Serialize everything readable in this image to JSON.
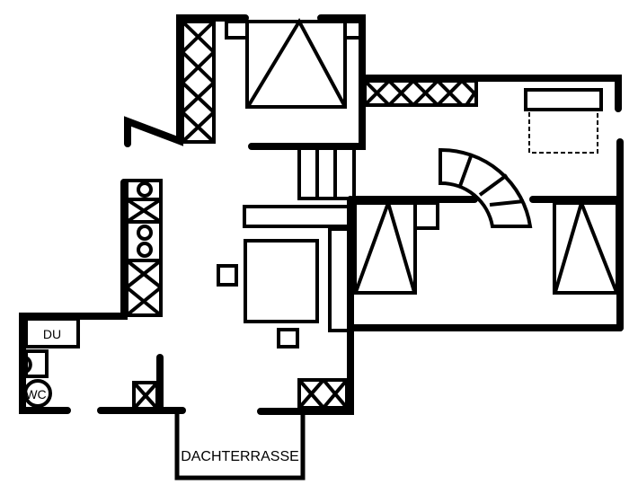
{
  "plan": {
    "labels": {
      "shower": "DU",
      "toilet": "WC",
      "roof_terrace": "DACHTERRASSE"
    },
    "colors": {
      "line": "#000000",
      "background": "#ffffff"
    }
  }
}
